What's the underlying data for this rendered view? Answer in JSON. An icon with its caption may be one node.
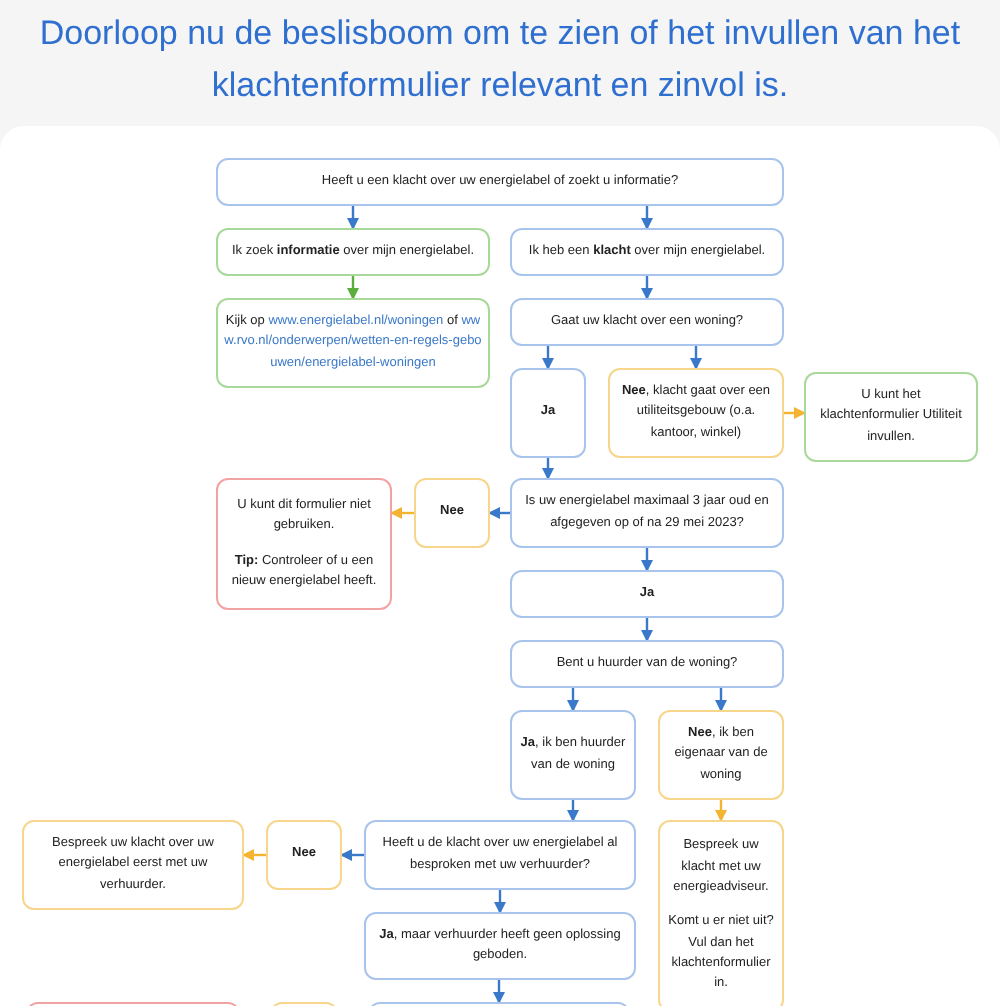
{
  "diagram": {
    "title": "Doorloop nu de beslisboom om te zien of het invullen van het klachtenformulier relevant en zinvol is.",
    "nodes": [
      {
        "text": [
          "Heeft u een klacht over uw energielabel of zoekt u informatie?"
        ]
      },
      {
        "text": [
          "Ik zoek **informatie** over mijn energielabel."
        ]
      },
      {
        "text": [
          "Ik heb een **klacht** over mijn energielabel."
        ]
      },
      {
        "text": [
          "Kijk op www.energielabel.nl/woningen of www.rvo.nl/onderwerpen/wetten-en-regels-gebouwen/energielabel-woningen"
        ]
      },
      {
        "text": [
          "Gaat uw klacht over een woning?"
        ]
      },
      {
        "text": [
          "Ja"
        ]
      },
      {
        "text": [
          "**Nee**, klacht gaat over een utiliteitsgebouw (o.a. kantoor, winkel)"
        ]
      },
      {
        "text": [
          "U kunt het klachtenformulier Utiliteit invullen."
        ]
      },
      {
        "text": [
          "Is uw energielabel maximaal 3 jaar oud en afgegeven op of na 29 mei 2023?"
        ]
      },
      {
        "text": [
          "Nee"
        ]
      },
      {
        "text": [
          "U kunt dit formulier niet gebruiken.",
          "**Tip:** Controleer of u een nieuw energielabel heeft."
        ]
      },
      {
        "text": [
          "Ja"
        ]
      },
      {
        "text": [
          "Bent u huurder van de woning?"
        ]
      },
      {
        "text": [
          "**Ja**, ik ben huurder van de woning"
        ]
      },
      {
        "text": [
          "**Nee**, ik ben eigenaar van de woning"
        ]
      },
      {
        "text": [
          "Heeft u de klacht over uw energielabel al besproken met uw verhuurder?"
        ]
      },
      {
        "text": [
          "Nee"
        ]
      },
      {
        "text": [
          "Bespreek uw klacht over uw energielabel eerst met uw verhuurder."
        ]
      },
      {
        "text": [
          "Bespreek uw klacht met uw energieadviseur.",
          "Komt u er niet uit? Vul dan het klachtenformulier in."
        ]
      },
      {
        "text": [
          "**Ja**, maar verhuurder heeft geen oplossing geboden."
        ]
      },
      {
        "text": [],
        "shape": "box"
      },
      {
        "text": [],
        "shape": "box"
      },
      {
        "text": [],
        "shape": "box"
      }
    ],
    "edges": [
      {
        "from": 0,
        "to": 1,
        "arrow": "to"
      },
      {
        "from": 0,
        "to": 2,
        "arrow": "to"
      },
      {
        "from": 1,
        "to": 3,
        "arrow": "to",
        "color": "#5aae3c"
      },
      {
        "from": 2,
        "to": 4,
        "arrow": "to"
      },
      {
        "from": 4,
        "to": 5,
        "arrow": "to"
      },
      {
        "from": 4,
        "to": 6,
        "arrow": "to"
      },
      {
        "from": 6,
        "to": 7,
        "arrow": "to",
        "color": "#f2b431"
      },
      {
        "from": 5,
        "to": 8,
        "arrow": "to"
      },
      {
        "from": 8,
        "to": 9,
        "arrow": "to"
      },
      {
        "from": 9,
        "to": 10,
        "arrow": "to",
        "color": "#f2b431"
      },
      {
        "from": 8,
        "to": 11,
        "arrow": "to"
      },
      {
        "from": 11,
        "to": 12,
        "arrow": "to"
      },
      {
        "from": 12,
        "to": 13,
        "arrow": "to"
      },
      {
        "from": 12,
        "to": 14,
        "arrow": "to"
      },
      {
        "from": 13,
        "to": 15,
        "arrow": "to"
      },
      {
        "from": 14,
        "to": 18,
        "arrow": "to",
        "color": "#f2b431"
      },
      {
        "from": 15,
        "to": 16,
        "arrow": "to"
      },
      {
        "from": 16,
        "to": 17,
        "arrow": "to",
        "color": "#f2b431"
      },
      {
        "from": 15,
        "to": 19,
        "arrow": "to"
      },
      {
        "from": 19,
        "to": 22,
        "arrow": "to"
      }
    ]
  }
}
